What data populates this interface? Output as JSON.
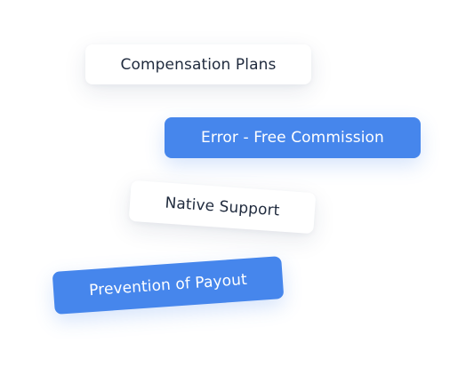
{
  "tags": [
    {
      "label": "Compensation Plans",
      "style": "white"
    },
    {
      "label": "Error - Free Commission",
      "style": "blue"
    },
    {
      "label": "Native Support",
      "style": "white"
    },
    {
      "label": "Prevention of Payout",
      "style": "blue"
    }
  ],
  "colors": {
    "accent_blue": "#4686ec",
    "text_dark": "#1f2a3d",
    "background": "#ffffff"
  }
}
